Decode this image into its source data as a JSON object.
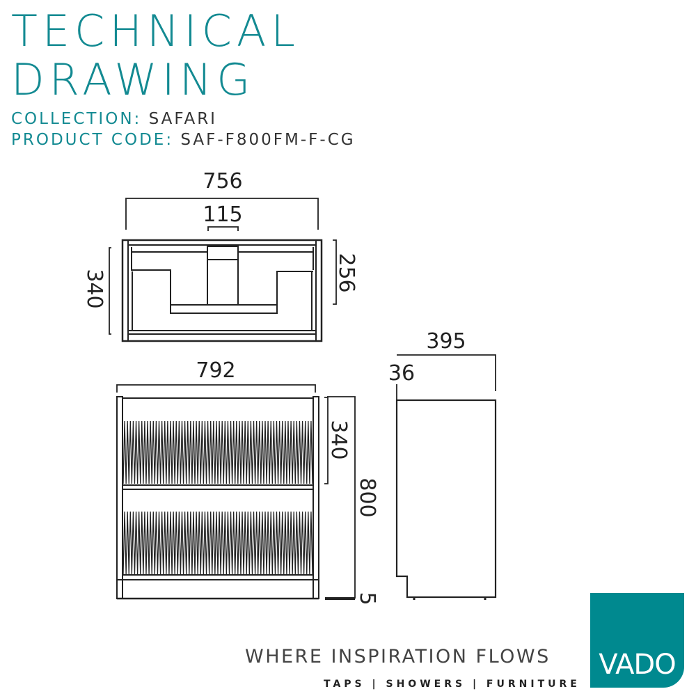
{
  "header": {
    "title_line1": "TECHNICAL",
    "title_line2": "DRAWING",
    "collection_label": "COLLECTION:",
    "collection_value": "SAFARI",
    "product_code_label": "PRODUCT CODE:",
    "product_code_value": "SAF-F800FM-F-CG"
  },
  "dimensions": {
    "top_width": "756",
    "top_basin": "115",
    "top_depth": "340",
    "top_basin_depth": "256",
    "front_width": "792",
    "front_drawer_height": "340",
    "front_height": "800",
    "front_foot": "5",
    "side_depth": "395",
    "side_top": "36"
  },
  "footer": {
    "tagline": "WHERE INSPIRATION FLOWS",
    "subline": "TAPS | SHOWERS | FURNITURE",
    "logo_text": "VADO",
    "brand_color": "#00898f"
  }
}
